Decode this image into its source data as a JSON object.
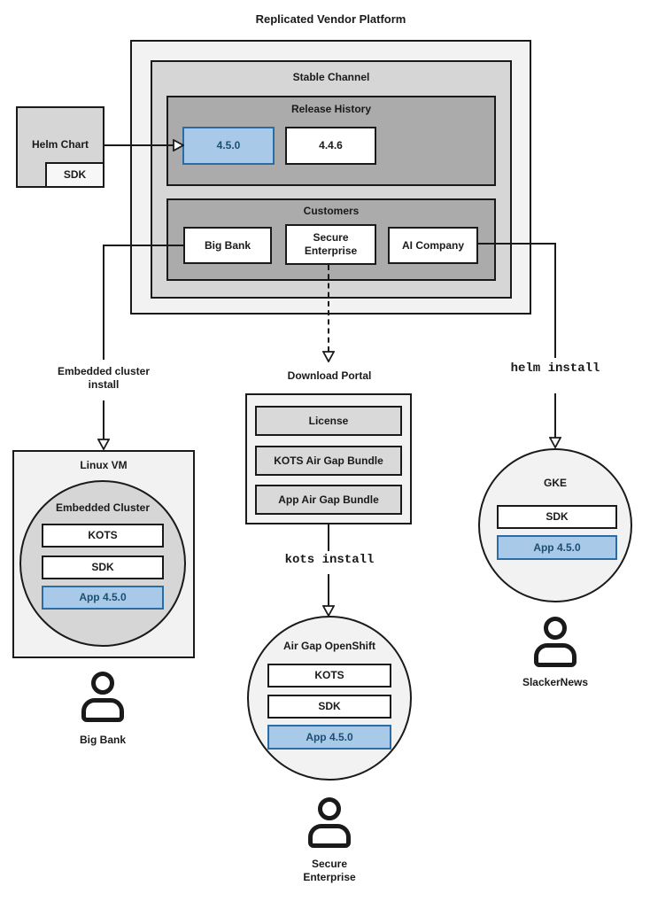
{
  "title": "Replicated Vendor Platform",
  "platform": {
    "stable_channel_label": "Stable Channel",
    "release_history": {
      "label": "Release History",
      "release_new": "4.5.0",
      "release_old": "4.4.6"
    },
    "customers": {
      "label": "Customers",
      "big_bank": "Big Bank",
      "secure_enterprise": "Secure Enterprise",
      "ai_company": "AI Company"
    }
  },
  "helm_chart": {
    "label": "Helm Chart",
    "sdk": "SDK"
  },
  "left_flow": {
    "install_label": "Embedded cluster install",
    "vm_label": "Linux VM",
    "cluster_label": "Embedded Cluster",
    "kots": "KOTS",
    "sdk": "SDK",
    "app": "App 4.5.0",
    "user": "Big Bank"
  },
  "middle_flow": {
    "portal_label": "Download Portal",
    "license": "License",
    "kots_bundle": "KOTS Air Gap Bundle",
    "app_bundle": "App Air Gap Bundle",
    "install_cmd": "kots install",
    "cluster_label": "Air Gap OpenShift",
    "kots": "KOTS",
    "sdk": "SDK",
    "app": "App 4.5.0",
    "user": "Secure Enterprise"
  },
  "right_flow": {
    "install_cmd": "helm install",
    "cluster_label": "GKE",
    "sdk": "SDK",
    "app": "App 4.5.0",
    "user": "SlackerNews"
  },
  "colors": {
    "highlight_fill": "#a9c9e9",
    "highlight_border": "#2a6da6",
    "highlight_text": "#1b4f72",
    "panel_light": "#f2f2f2",
    "panel_mid": "#d6d6d6",
    "panel_dark": "#ababab"
  }
}
